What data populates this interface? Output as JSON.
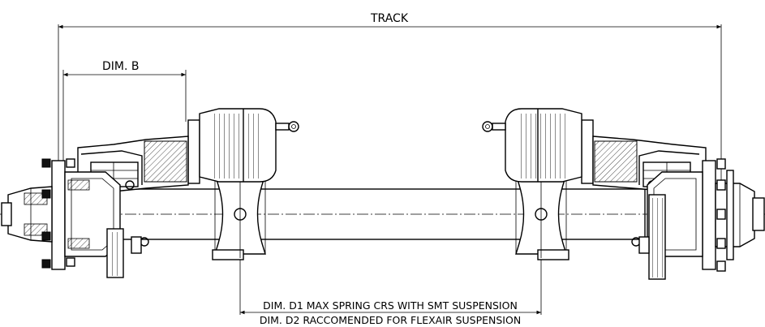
{
  "dimensions": {
    "track": "TRACK",
    "dim_b": "DIM. B",
    "dim_d1": "DIM. D1 MAX SPRING CRS WITH SMT SUSPENSION",
    "dim_d2": "DIM. D2 RACCOMENDED FOR FLEXAIR SUSPENSION"
  }
}
